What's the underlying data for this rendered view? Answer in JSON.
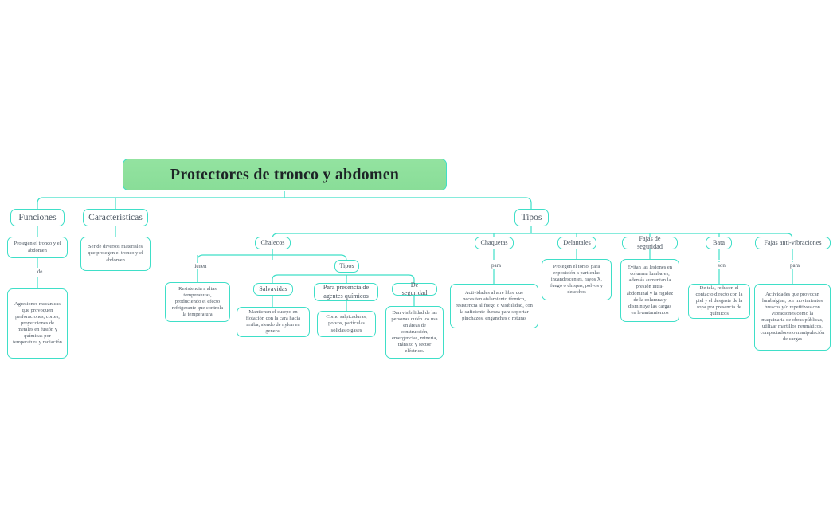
{
  "diagram": {
    "type": "mind-map",
    "accent_color": "#3fdfc8",
    "root_fill_color": "#8ede99",
    "text_color": "#4a5560",
    "root": {
      "label": "Protectores de tronco y abdomen"
    },
    "branches": {
      "funciones": {
        "label": "Funciones",
        "child": "Protegen el tronco y el abdomen",
        "edge_label": "de",
        "detail": "Agresiones mecánicas que provoquen perforaciones, cortes, proyecciones de metales en fusión y químicas por temperatura y radiación"
      },
      "caracteristicas": {
        "label": "Caracteristicas",
        "child": "Ser de diversos materiales que protegen el tronco y el abdomen"
      },
      "tipos": {
        "label": "Tipos",
        "items": {
          "chalecos": {
            "label": "Chalecos",
            "edge_label_left": "tienen",
            "tienen_detail": "Resistencia a altas temperaturas, produciendo el efecto refrigerante que controla la temperatura",
            "tipos_label": "Tipos",
            "subtypes": [
              {
                "label": "Salvavidas",
                "detail": "Mantienen el cuerpo en flotación con la cara hacia arriba, siendo de nylon en general"
              },
              {
                "label": "Para presencia de agentes químicos",
                "detail": "Como salpicaduras, polvos, partículas sólidas o gases"
              },
              {
                "label": "De seguridad",
                "detail": "Dan visibilidad de las personas quién los usa en áreas de construcción, emergencias, minería, tránsito y sector eléctrico."
              }
            ]
          },
          "chaquetas": {
            "label": "Chaquetas",
            "edge_label": "para",
            "detail": "Actividades al aire libre que necesiten aislamiento térmico, resistencia al fuego o visibilidad, con la suficiente dureza para soportar pinchazos, enganches o roturas"
          },
          "delantales": {
            "label": "Delantales",
            "detail": "Protegen el torso, para exposición a partículas incandescentes, rayos X, fuego o chispas, polvos y desechos"
          },
          "fajas_seguridad": {
            "label": "Fajas de seguridad",
            "detail": "Evitan las lesiones en columna lumbares, además aumentan la presión intra-abdominal y la rigidez de la columna y disminuye las cargas en levantamientos"
          },
          "bata": {
            "label": "Bata",
            "edge_label": "son",
            "detail": "De tela, reducen el contacto directo con la piel y el desgaste de la ropa por presencia de químicos"
          },
          "fajas_antivibraciones": {
            "label": "Fajas anti-vibraciones",
            "edge_label": "para",
            "detail": "Actividades que provocan lumbalgias, por movimientos bruscos y/o repetitivos con vibraciones como la maquinaria de obras públicas, utilizar martillos neumáticos, compactadores o manipulación de cargas"
          }
        }
      }
    }
  }
}
